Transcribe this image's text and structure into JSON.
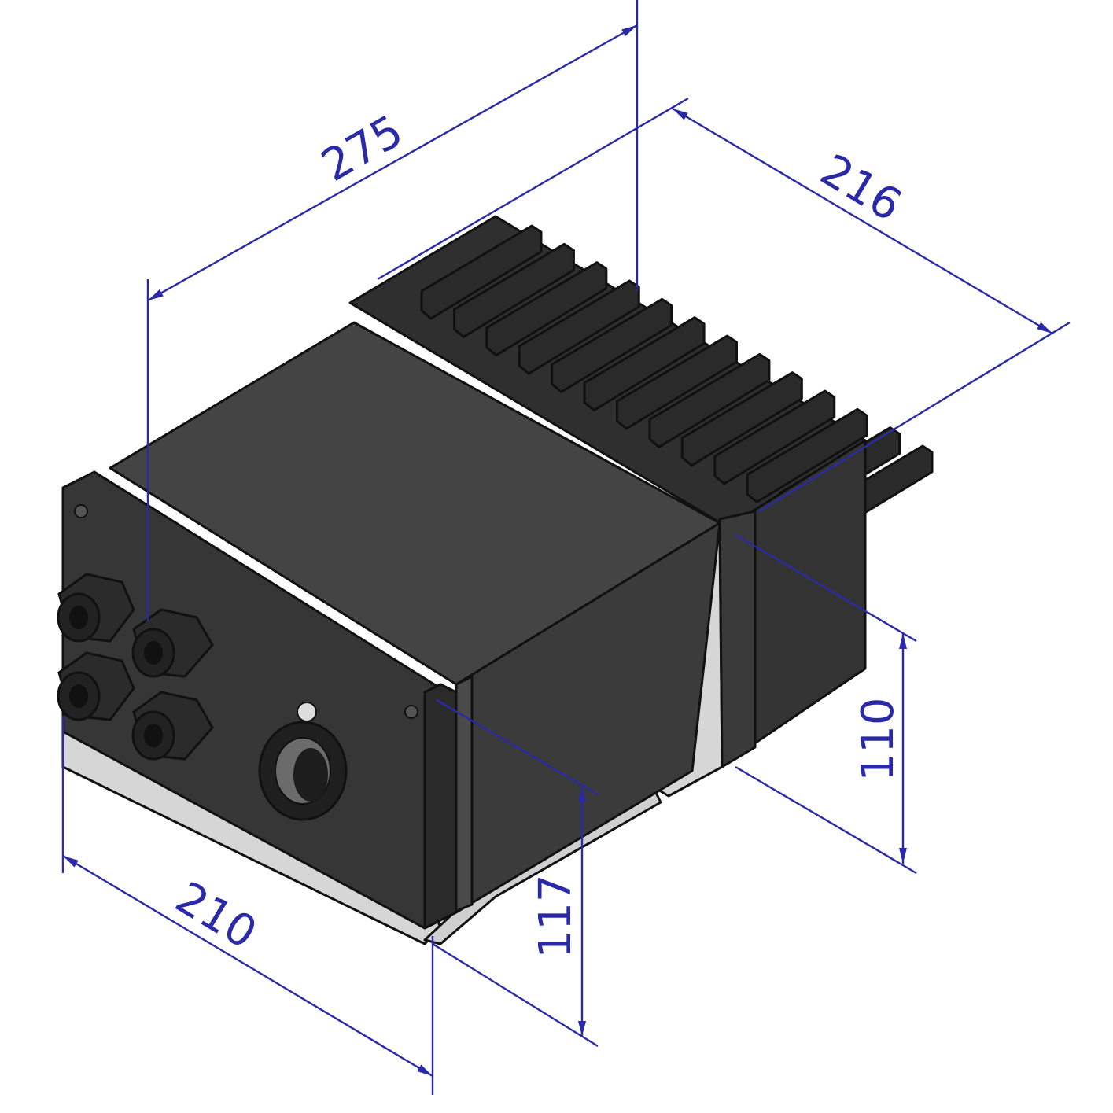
{
  "drawing": {
    "colors": {
      "dimension": "#2a2aa8",
      "housing": "#3a3a3a",
      "housing_top": "#444444",
      "heatsink": "#2f2f2f",
      "bracket": "#d6d6d6",
      "outline": "#111111"
    },
    "dimensions": {
      "length": "275",
      "depth": "216",
      "width": "210",
      "height_front": "117",
      "height_rear": "110"
    }
  }
}
